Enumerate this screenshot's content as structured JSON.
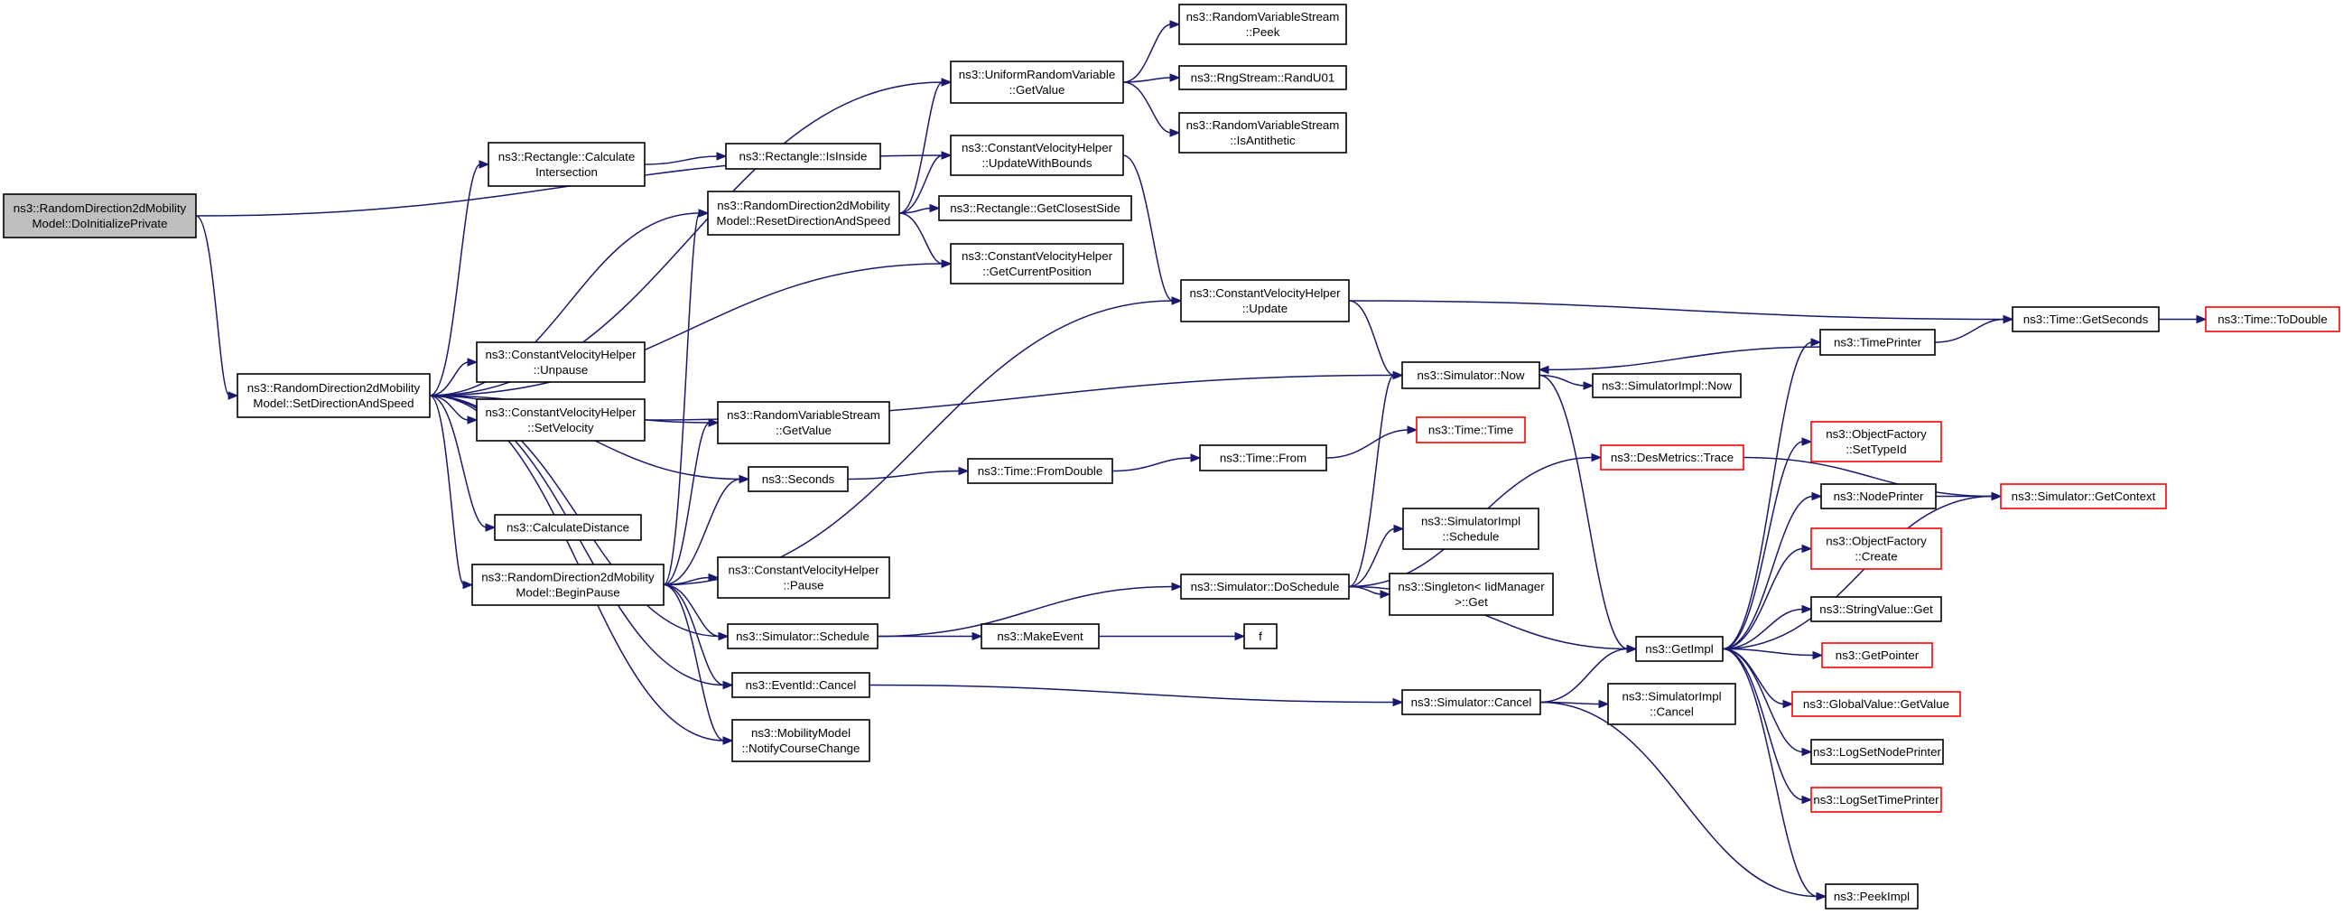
{
  "graph": {
    "title": "",
    "root_id": "doinit",
    "nodes": [
      {
        "id": "doinit",
        "lines": [
          "ns3::RandomDirection2dMobility",
          "Model::DoInitializePrivate"
        ],
        "style": "root"
      },
      {
        "id": "setdir",
        "lines": [
          "ns3::RandomDirection2dMobility",
          "Model::SetDirectionAndSpeed"
        ],
        "style": "normal"
      },
      {
        "id": "rectcalc",
        "lines": [
          "ns3::Rectangle::Calculate",
          "Intersection"
        ],
        "style": "normal"
      },
      {
        "id": "rectinside",
        "lines": [
          "ns3::Rectangle::IsInside"
        ],
        "style": "normal"
      },
      {
        "id": "resetdir",
        "lines": [
          "ns3::RandomDirection2dMobility",
          "Model::ResetDirectionAndSpeed"
        ],
        "style": "normal"
      },
      {
        "id": "urvget",
        "lines": [
          "ns3::UniformRandomVariable",
          "::GetValue"
        ],
        "style": "normal"
      },
      {
        "id": "rvspeek",
        "lines": [
          "ns3::RandomVariableStream",
          "::Peek"
        ],
        "style": "normal"
      },
      {
        "id": "randu01",
        "lines": [
          "ns3::RngStream::RandU01"
        ],
        "style": "normal"
      },
      {
        "id": "isanti",
        "lines": [
          "ns3::RandomVariableStream",
          "::IsAntithetic"
        ],
        "style": "normal"
      },
      {
        "id": "cvhbounds",
        "lines": [
          "ns3::ConstantVelocityHelper",
          "::UpdateWithBounds"
        ],
        "style": "normal"
      },
      {
        "id": "closest",
        "lines": [
          "ns3::Rectangle::GetClosestSide"
        ],
        "style": "normal"
      },
      {
        "id": "curpos",
        "lines": [
          "ns3::ConstantVelocityHelper",
          "::GetCurrentPosition"
        ],
        "style": "normal"
      },
      {
        "id": "cvhupdate",
        "lines": [
          "ns3::ConstantVelocityHelper",
          "::Update"
        ],
        "style": "normal"
      },
      {
        "id": "unpause",
        "lines": [
          "ns3::ConstantVelocityHelper",
          "::Unpause"
        ],
        "style": "normal"
      },
      {
        "id": "setvel",
        "lines": [
          "ns3::ConstantVelocityHelper",
          "::SetVelocity"
        ],
        "style": "normal"
      },
      {
        "id": "rvsget",
        "lines": [
          "ns3::RandomVariableStream",
          "::GetValue"
        ],
        "style": "normal"
      },
      {
        "id": "seconds",
        "lines": [
          "ns3::Seconds"
        ],
        "style": "normal"
      },
      {
        "id": "calcdist",
        "lines": [
          "ns3::CalculateDistance"
        ],
        "style": "normal"
      },
      {
        "id": "beginpause",
        "lines": [
          "ns3::RandomDirection2dMobility",
          "Model::BeginPause"
        ],
        "style": "normal"
      },
      {
        "id": "cvhpause",
        "lines": [
          "ns3::ConstantVelocityHelper",
          "::Pause"
        ],
        "style": "normal"
      },
      {
        "id": "simschedule",
        "lines": [
          "ns3::Simulator::Schedule"
        ],
        "style": "normal"
      },
      {
        "id": "eventcancel",
        "lines": [
          "ns3::EventId::Cancel"
        ],
        "style": "normal"
      },
      {
        "id": "notify",
        "lines": [
          "ns3::MobilityModel",
          "::NotifyCourseChange"
        ],
        "style": "normal"
      },
      {
        "id": "simnow",
        "lines": [
          "ns3::Simulator::Now"
        ],
        "style": "normal"
      },
      {
        "id": "simimplnow",
        "lines": [
          "ns3::SimulatorImpl::Now"
        ],
        "style": "normal"
      },
      {
        "id": "fromdouble",
        "lines": [
          "ns3::Time::FromDouble"
        ],
        "style": "normal"
      },
      {
        "id": "timefrom",
        "lines": [
          "ns3::Time::From"
        ],
        "style": "normal"
      },
      {
        "id": "timetime",
        "lines": [
          "ns3::Time::Time"
        ],
        "style": "red"
      },
      {
        "id": "dessched",
        "lines": [
          "ns3::Simulator::DoSchedule"
        ],
        "style": "normal"
      },
      {
        "id": "implsched",
        "lines": [
          "ns3::SimulatorImpl",
          "::Schedule"
        ],
        "style": "normal"
      },
      {
        "id": "singleton",
        "lines": [
          "ns3::Singleton< IidManager",
          ">::Get"
        ],
        "style": "normal"
      },
      {
        "id": "desmetrics",
        "lines": [
          "ns3::DesMetrics::Trace"
        ],
        "style": "red"
      },
      {
        "id": "makeevent",
        "lines": [
          "ns3::MakeEvent"
        ],
        "style": "normal"
      },
      {
        "id": "f",
        "lines": [
          "f"
        ],
        "style": "normal"
      },
      {
        "id": "simcancel",
        "lines": [
          "ns3::Simulator::Cancel"
        ],
        "style": "normal"
      },
      {
        "id": "implcancel",
        "lines": [
          "ns3::SimulatorImpl",
          "::Cancel"
        ],
        "style": "normal"
      },
      {
        "id": "getimpl",
        "lines": [
          "ns3::GetImpl"
        ],
        "style": "normal"
      },
      {
        "id": "timeprinter",
        "lines": [
          "ns3::TimePrinter"
        ],
        "style": "normal"
      },
      {
        "id": "getseconds",
        "lines": [
          "ns3::Time::GetSeconds"
        ],
        "style": "normal"
      },
      {
        "id": "todouble",
        "lines": [
          "ns3::Time::ToDouble"
        ],
        "style": "red"
      },
      {
        "id": "ofsettype",
        "lines": [
          "ns3::ObjectFactory",
          "::SetTypeId"
        ],
        "style": "red"
      },
      {
        "id": "nodeprinter",
        "lines": [
          "ns3::NodePrinter"
        ],
        "style": "normal"
      },
      {
        "id": "getcontext",
        "lines": [
          "ns3::Simulator::GetContext"
        ],
        "style": "red"
      },
      {
        "id": "ofcreate",
        "lines": [
          "ns3::ObjectFactory",
          "::Create"
        ],
        "style": "red"
      },
      {
        "id": "strvalget",
        "lines": [
          "ns3::StringValue::Get"
        ],
        "style": "normal"
      },
      {
        "id": "getpointer",
        "lines": [
          "ns3::GetPointer"
        ],
        "style": "red"
      },
      {
        "id": "gvgetvalue",
        "lines": [
          "ns3::GlobalValue::GetValue"
        ],
        "style": "red"
      },
      {
        "id": "logsetnode",
        "lines": [
          "ns3::LogSetNodePrinter"
        ],
        "style": "normal"
      },
      {
        "id": "logsettime",
        "lines": [
          "ns3::LogSetTimePrinter"
        ],
        "style": "red"
      },
      {
        "id": "peekimpl",
        "lines": [
          "ns3::PeekImpl"
        ],
        "style": "normal"
      }
    ],
    "edges": [
      [
        "doinit",
        "setdir"
      ],
      [
        "doinit",
        "cvhbounds"
      ],
      [
        "setdir",
        "rectcalc"
      ],
      [
        "setdir",
        "resetdir"
      ],
      [
        "setdir",
        "urvget"
      ],
      [
        "setdir",
        "curpos"
      ],
      [
        "setdir",
        "unpause"
      ],
      [
        "setdir",
        "setvel"
      ],
      [
        "setdir",
        "rvsget"
      ],
      [
        "setdir",
        "seconds"
      ],
      [
        "setdir",
        "calcdist"
      ],
      [
        "setdir",
        "beginpause"
      ],
      [
        "setdir",
        "simschedule"
      ],
      [
        "setdir",
        "eventcancel"
      ],
      [
        "setdir",
        "notify"
      ],
      [
        "rectcalc",
        "rectinside"
      ],
      [
        "resetdir",
        "urvget"
      ],
      [
        "resetdir",
        "cvhbounds"
      ],
      [
        "resetdir",
        "closest"
      ],
      [
        "resetdir",
        "curpos"
      ],
      [
        "urvget",
        "rvspeek"
      ],
      [
        "urvget",
        "randu01"
      ],
      [
        "urvget",
        "isanti"
      ],
      [
        "cvhbounds",
        "cvhupdate"
      ],
      [
        "cvhupdate",
        "simnow"
      ],
      [
        "cvhupdate",
        "getseconds"
      ],
      [
        "setvel",
        "simnow"
      ],
      [
        "beginpause",
        "resetdir"
      ],
      [
        "beginpause",
        "cvhupdate"
      ],
      [
        "beginpause",
        "rvsget"
      ],
      [
        "beginpause",
        "seconds"
      ],
      [
        "beginpause",
        "cvhpause"
      ],
      [
        "beginpause",
        "simschedule"
      ],
      [
        "beginpause",
        "eventcancel"
      ],
      [
        "beginpause",
        "notify"
      ],
      [
        "seconds",
        "fromdouble"
      ],
      [
        "fromdouble",
        "timefrom"
      ],
      [
        "timefrom",
        "timetime"
      ],
      [
        "simschedule",
        "dessched"
      ],
      [
        "simschedule",
        "makeevent"
      ],
      [
        "makeevent",
        "f"
      ],
      [
        "eventcancel",
        "simcancel"
      ],
      [
        "simnow",
        "simimplnow"
      ],
      [
        "simnow",
        "getimpl"
      ],
      [
        "dessched",
        "simnow"
      ],
      [
        "dessched",
        "desmetrics"
      ],
      [
        "dessched",
        "implsched"
      ],
      [
        "dessched",
        "singleton"
      ],
      [
        "dessched",
        "getimpl"
      ],
      [
        "desmetrics",
        "getcontext"
      ],
      [
        "simcancel",
        "getimpl"
      ],
      [
        "simcancel",
        "implcancel"
      ],
      [
        "simcancel",
        "peekimpl"
      ],
      [
        "getimpl",
        "timeprinter"
      ],
      [
        "getimpl",
        "ofsettype"
      ],
      [
        "getimpl",
        "nodeprinter"
      ],
      [
        "getimpl",
        "ofcreate"
      ],
      [
        "getimpl",
        "strvalget"
      ],
      [
        "getimpl",
        "getpointer"
      ],
      [
        "getimpl",
        "gvgetvalue"
      ],
      [
        "getimpl",
        "logsetnode"
      ],
      [
        "getimpl",
        "logsettime"
      ],
      [
        "getimpl",
        "peekimpl"
      ],
      [
        "getimpl",
        "getcontext"
      ],
      [
        "timeprinter",
        "simnow"
      ],
      [
        "timeprinter",
        "getseconds"
      ],
      [
        "nodeprinter",
        "getcontext"
      ],
      [
        "getseconds",
        "todouble"
      ]
    ]
  },
  "colors": {
    "edge": "#191970",
    "root_fill": "#bfbfbf",
    "node_stroke": "#000000",
    "red_stroke": "#ff0000"
  }
}
